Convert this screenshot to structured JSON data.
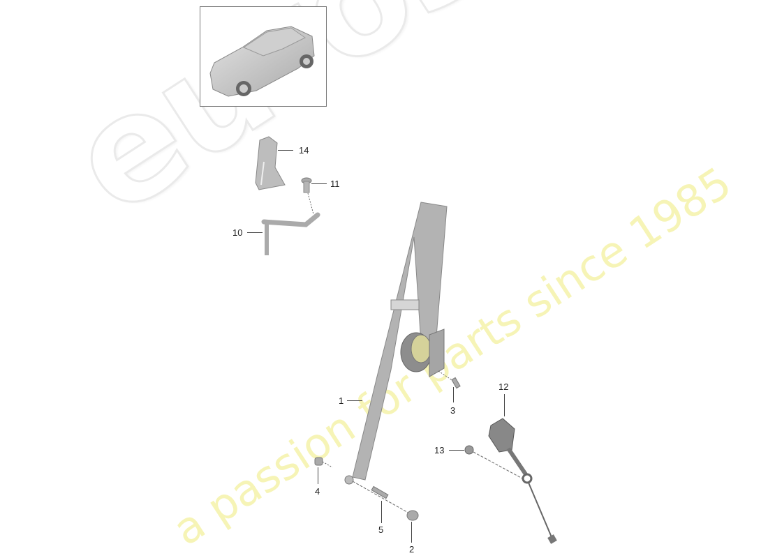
{
  "diagram": {
    "title_image": "car-overview-thumbnail",
    "subject": "Seat belt assembly exploded parts diagram",
    "watermark": {
      "logo": "eurospares",
      "tagline": "a passion for parts since 1985",
      "colors": {
        "logo_outline": "#e9e9e9",
        "tagline": "#f6f4b6"
      }
    },
    "parts": [
      {
        "id": "1",
        "label": "1",
        "name": "three-point seat belt"
      },
      {
        "id": "2",
        "label": "2",
        "name": "cap"
      },
      {
        "id": "3",
        "label": "3",
        "name": "bolt"
      },
      {
        "id": "4",
        "label": "4",
        "name": "spacer"
      },
      {
        "id": "5",
        "label": "5",
        "name": "bolt"
      },
      {
        "id": "10",
        "label": "10",
        "name": "guide bar"
      },
      {
        "id": "11",
        "label": "11",
        "name": "bolt"
      },
      {
        "id": "12",
        "label": "12",
        "name": "belt buckle"
      },
      {
        "id": "13",
        "label": "13",
        "name": "nut"
      },
      {
        "id": "14",
        "label": "14",
        "name": "guide bracket"
      }
    ]
  }
}
